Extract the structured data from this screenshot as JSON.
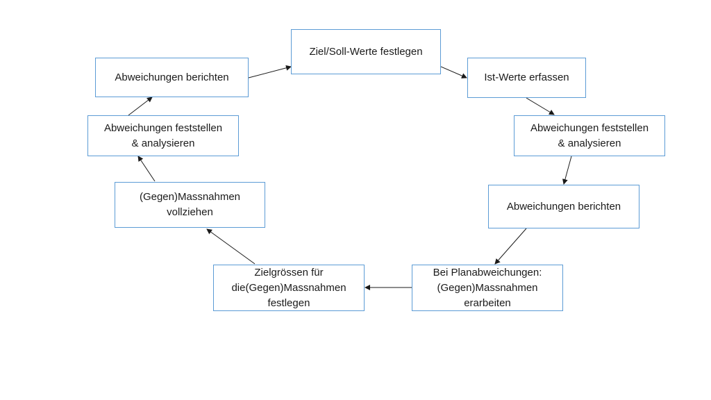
{
  "diagram": {
    "nodes": [
      {
        "id": "n1",
        "text": "Ziel/Soll-Werte festlegen"
      },
      {
        "id": "n2",
        "text": "Ist-Werte erfassen"
      },
      {
        "id": "n3",
        "text": "Abweichungen feststellen\n& analysieren"
      },
      {
        "id": "n4",
        "text": "Abweichungen berichten"
      },
      {
        "id": "n5",
        "text": "Bei Planabweichungen:\n(Gegen)Massnahmen\nerarbeiten"
      },
      {
        "id": "n6",
        "text": "Zielgrössen für\ndie(Gegen)Massnahmen\nfestlegen"
      },
      {
        "id": "n7",
        "text": "(Gegen)Massnahmen\nvollziehen"
      },
      {
        "id": "n8",
        "text": "Abweichungen feststellen\n& analysieren"
      },
      {
        "id": "n9",
        "text": "Abweichungen berichten"
      }
    ],
    "edges": [
      {
        "from": "n1",
        "to": "n2"
      },
      {
        "from": "n2",
        "to": "n3"
      },
      {
        "from": "n3",
        "to": "n4"
      },
      {
        "from": "n4",
        "to": "n5"
      },
      {
        "from": "n5",
        "to": "n6"
      },
      {
        "from": "n6",
        "to": "n7"
      },
      {
        "from": "n7",
        "to": "n8"
      },
      {
        "from": "n8",
        "to": "n9"
      },
      {
        "from": "n9",
        "to": "n1"
      }
    ],
    "colors": {
      "box_border": "#5b9bd5",
      "arrow": "#1a1a1a",
      "text": "#1a1a1a"
    }
  }
}
